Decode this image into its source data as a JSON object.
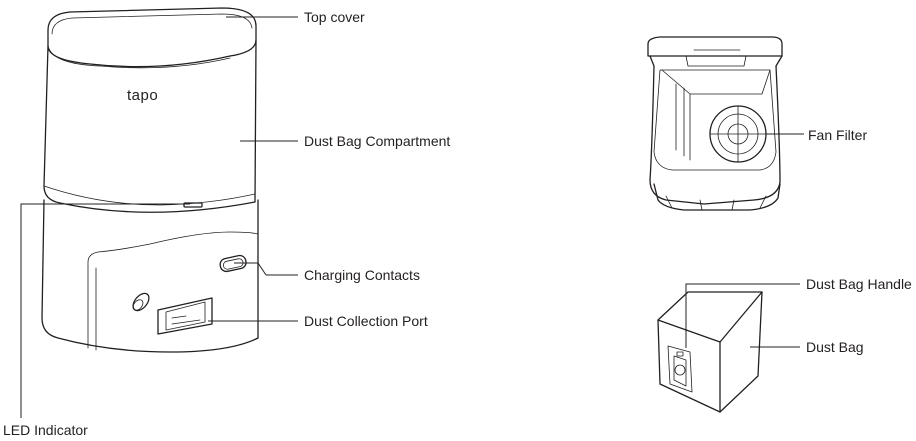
{
  "brand": {
    "logo_text": "tapo"
  },
  "labels": {
    "top_cover": "Top cover",
    "dust_bag_compartment": "Dust Bag Compartment",
    "charging_contacts": "Charging Contacts",
    "dust_collection_port": "Dust Collection Port",
    "led_indicator": "LED Indicator",
    "fan_filter": "Fan Filter",
    "dust_bag_handle": "Dust Bag Handle",
    "dust_bag": "Dust Bag"
  }
}
